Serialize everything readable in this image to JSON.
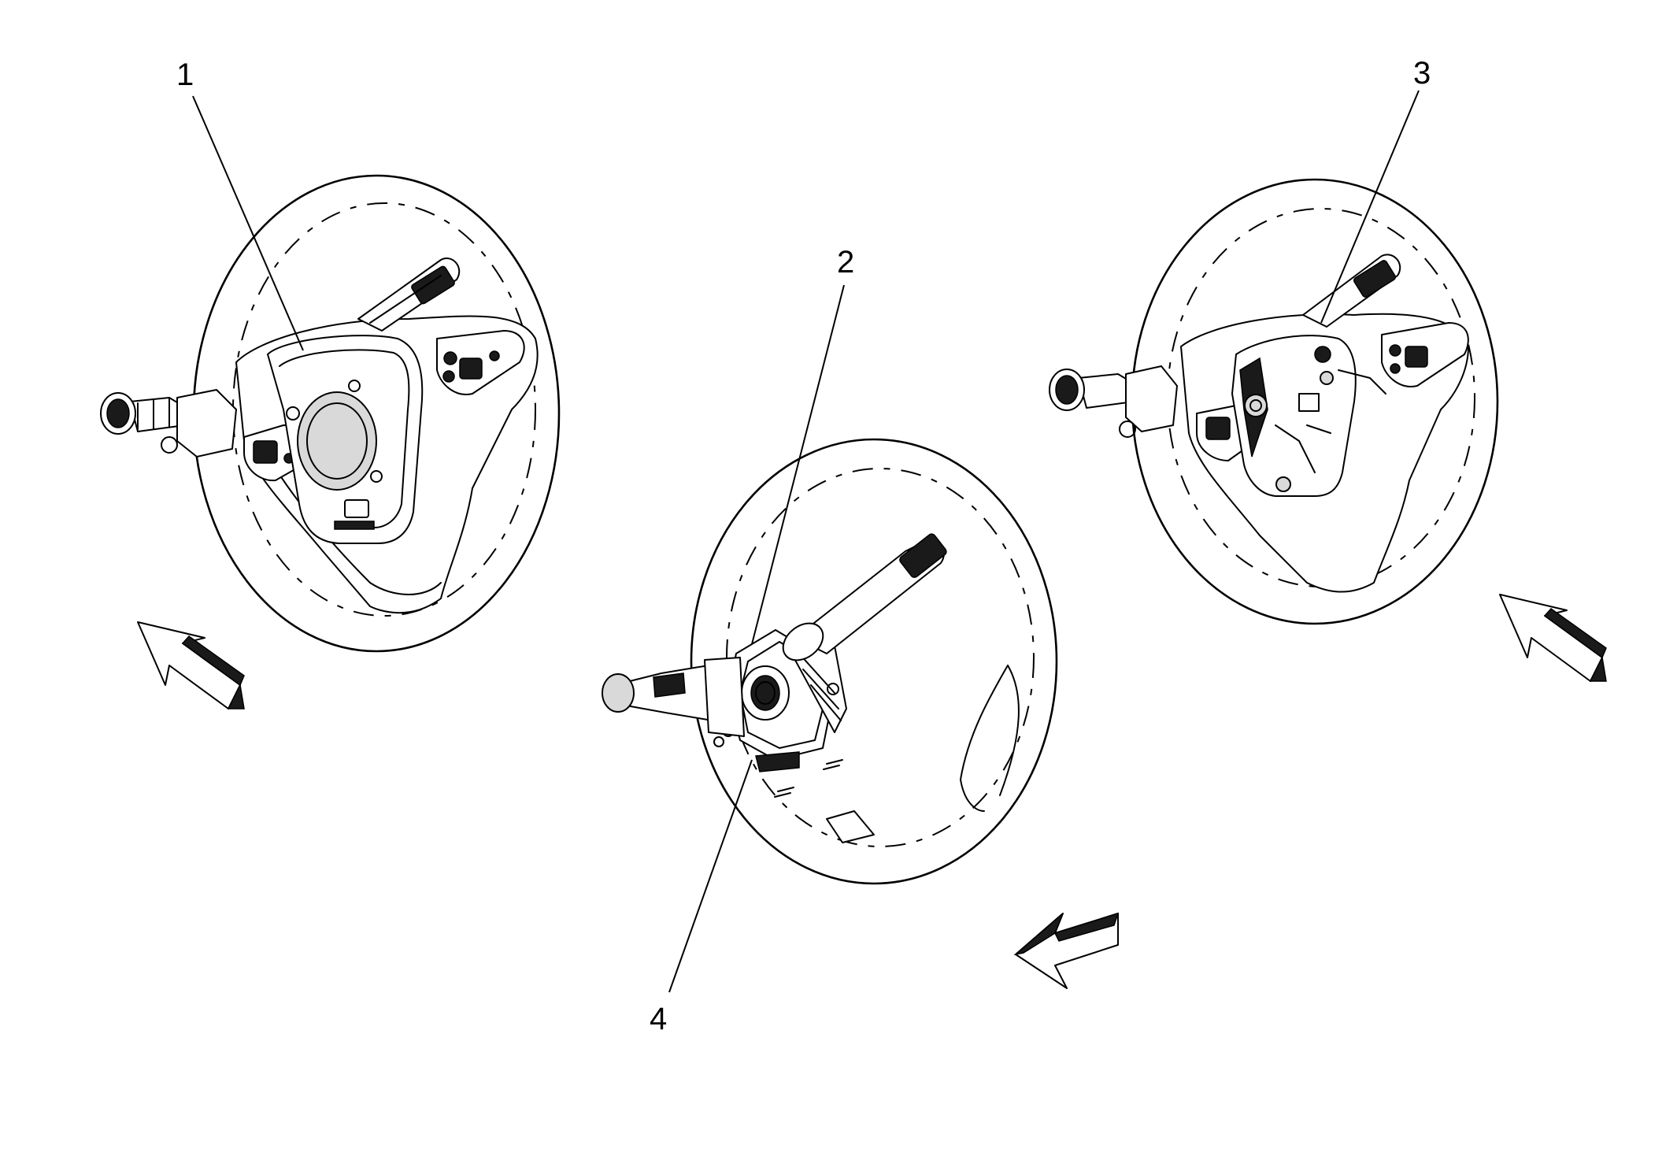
{
  "diagram": {
    "callouts": [
      {
        "id": "1",
        "label": "1"
      },
      {
        "id": "2",
        "label": "2"
      },
      {
        "id": "3",
        "label": "3"
      },
      {
        "id": "4",
        "label": "4"
      }
    ],
    "views": [
      "left-wheel-view",
      "center-wheel-view",
      "right-wheel-view"
    ],
    "direction_arrows": [
      "left-arrow",
      "center-arrow",
      "right-arrow"
    ],
    "colors": {
      "line": "#000000",
      "background": "#ffffff",
      "fill_dark": "#1a1a1a"
    }
  }
}
